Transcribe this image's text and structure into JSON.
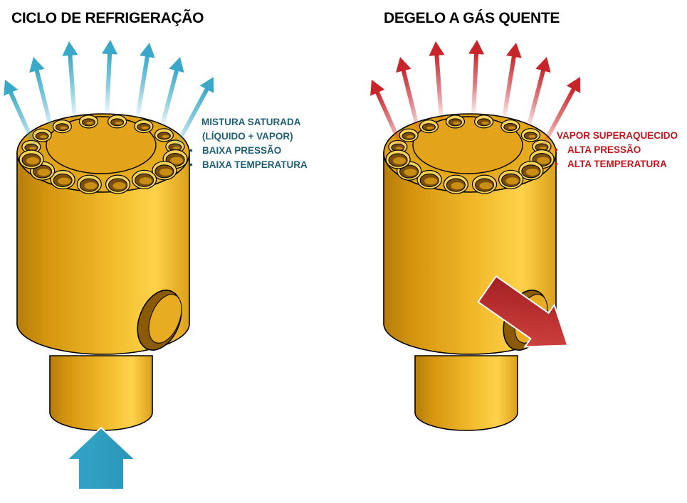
{
  "left_panel": {
    "title": "CICLO DE REFRIGERAÇÃO",
    "heading_line1": "MISTURA SATURADA",
    "heading_line2": "(LÍQUIDO + VAPOR)",
    "bullets": [
      "BAIXA PRESSÃO",
      "BAIXA TEMPERATURA"
    ],
    "text_color": "#1f5f78",
    "arrow_color": "#3aa8c8"
  },
  "right_panel": {
    "title": "DEGELO A GÁS QUENTE",
    "heading": "VAPOR SUPERAQUECIDO",
    "bullets": [
      "ALTA PRESSÃO",
      "ALTA TEMPERATURA"
    ],
    "text_color": "#c0171d",
    "arrow_color": "#c8252b"
  },
  "colors": {
    "brass": "#e0a21a",
    "brass_dark": "#a87208"
  },
  "bullet_glyph": "•"
}
